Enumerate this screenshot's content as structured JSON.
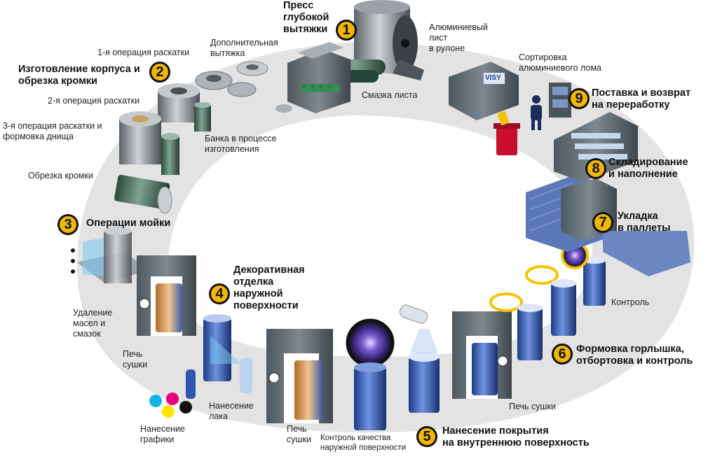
{
  "stages": [
    {
      "num": "1",
      "title": "Пресс\nглубокой\nвытяжки"
    },
    {
      "num": "2",
      "title": "Изготовление корпуса и\nобрезка кромки"
    },
    {
      "num": "3",
      "title": "Операции мойки"
    },
    {
      "num": "4",
      "title": "Декоративная\nотделка\nнаружной\nповерхности"
    },
    {
      "num": "5",
      "title": "Нанесение покрытия\nна внутреннюю поверхность"
    },
    {
      "num": "6",
      "title": "Формовка горлышка,\nотбортовка и контроль"
    },
    {
      "num": "7",
      "title": "Укладка\nв паллеты"
    },
    {
      "num": "8",
      "title": "Складирование\nи наполнение"
    },
    {
      "num": "9",
      "title": "Поставка и возврат\nна переработку"
    }
  ],
  "labels": {
    "aluminum_sheet": "Алюминиевый\nлист\nв рулоне",
    "sheet_lubrication": "Смазка листа",
    "extra_drawing": "Дополнительная\nвытяжка",
    "first_ironing": "1-я операция раскатки",
    "second_ironing": "2-я операция раскатки",
    "third_ironing": "3-я операция раскатки и\nформовка днища",
    "can_in_process": "Банка в процессе\nизготовления",
    "trimming": "Обрезка кромки",
    "oil_removal": "Удаление\nмасел и\nсмазок",
    "drying_oven_1": "Печь\nсушки",
    "varnish": "Нанесение\nлака",
    "graphics": "Нанесение\nграфики",
    "drying_oven_2": "Печь\nсушки",
    "outer_quality_control": "Контроль качества\nнаружной поверхности",
    "drying_oven_3": "Печь сушки",
    "control": "Контроль",
    "scrap_sorting": "Сортировка\nалюминиевого лома",
    "visy_logo": "VISY"
  },
  "colors": {
    "badge_fill": "#f2b705",
    "track": "#e3e3e3",
    "machine_gray": "#5f6a72",
    "can_blue": "#2f56b0",
    "lens_purple": "#6a4fbf",
    "bin_red": "#c8102e",
    "lid_yellow": "#f5c400"
  },
  "ink_dots": [
    "#12b5e8",
    "#e6007e",
    "#ffe500",
    "#111111"
  ]
}
